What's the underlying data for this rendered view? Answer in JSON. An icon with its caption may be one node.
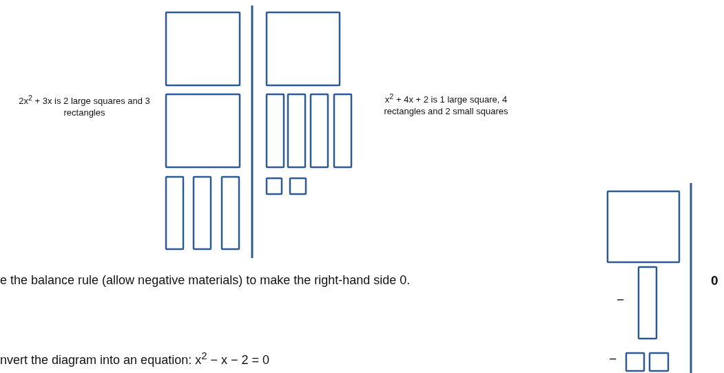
{
  "diagram": {
    "labels": [
      "2x$^{2}$ + 3x is 2 large squares and 3 rectangles",
      "x$^{2}$ + 4x + 2 is 1 large square, 4 rectangles and 2 small squares",
      "e the balance rule (allow negative materials) to make the right-hand side 0.",
      "0",
      "−",
      "nvert the diagram into an equation: x$^{2}$ − x − 2 = 0",
      "−"
    ]
  }
}
